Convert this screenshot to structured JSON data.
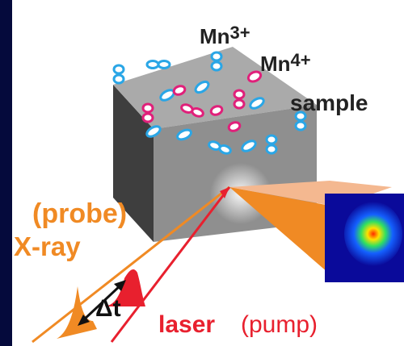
{
  "labels": {
    "mn3": {
      "base": "Mn",
      "charge": "3+"
    },
    "mn4": {
      "base": "Mn",
      "charge": "4+"
    },
    "sample": "sample",
    "probe": "(probe)",
    "xray": "X-ray",
    "laser": "laser",
    "pump": "(pump)",
    "delta_t": "Δt"
  },
  "colors": {
    "background": "#050a3c",
    "mn3_orbital": "#2aa6e6",
    "mn4_orbital": "#e0207a",
    "xray_beam": "#f08a24",
    "laser_beam": "#e8202e",
    "cube_top": "#aaaaaa",
    "cube_front": "#8f8f8f",
    "cube_side": "#3e3e3e"
  }
}
